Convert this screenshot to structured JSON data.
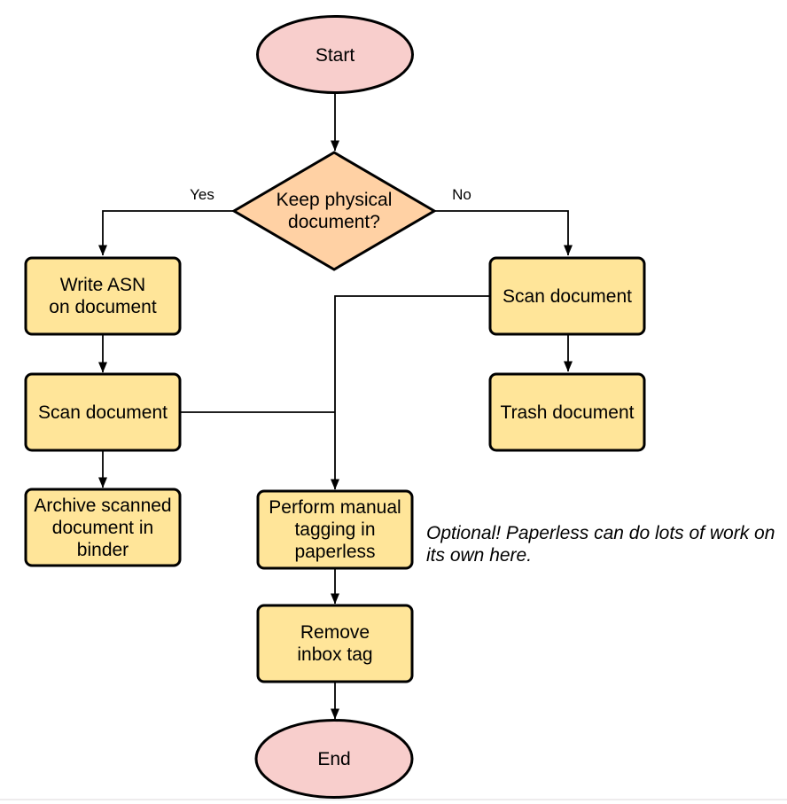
{
  "diagram": {
    "type": "flowchart",
    "background": "#ffffff",
    "stroke": "#000000",
    "nodes": {
      "start": {
        "label": "Start",
        "shape": "terminator",
        "fill": "#f8cecc"
      },
      "keep_physical": {
        "label": "Keep physical\ndocument?",
        "shape": "decision",
        "fill": "#ffd1a4"
      },
      "write_asn": {
        "label": "Write ASN\non document",
        "shape": "process",
        "fill": "#ffe599"
      },
      "scan_document_keep": {
        "label": "Scan document",
        "shape": "process",
        "fill": "#ffe599"
      },
      "archive_binder": {
        "label": "Archive scanned\ndocument in\nbinder",
        "shape": "process",
        "fill": "#ffe599"
      },
      "scan_document_trash": {
        "label": "Scan document",
        "shape": "process",
        "fill": "#ffe599"
      },
      "trash_document": {
        "label": "Trash document",
        "shape": "process",
        "fill": "#ffe599"
      },
      "manual_tagging": {
        "label": "Perform manual\ntagging in\npaperless",
        "shape": "process",
        "fill": "#ffe599"
      },
      "remove_inbox_tag": {
        "label": "Remove\ninbox tag",
        "shape": "process",
        "fill": "#ffe599"
      },
      "end": {
        "label": "End",
        "shape": "terminator",
        "fill": "#f8cecc"
      }
    },
    "edge_labels": {
      "yes": "Yes",
      "no": "No"
    },
    "note": "Optional! Paperless can do lots of work on\nits own here."
  }
}
